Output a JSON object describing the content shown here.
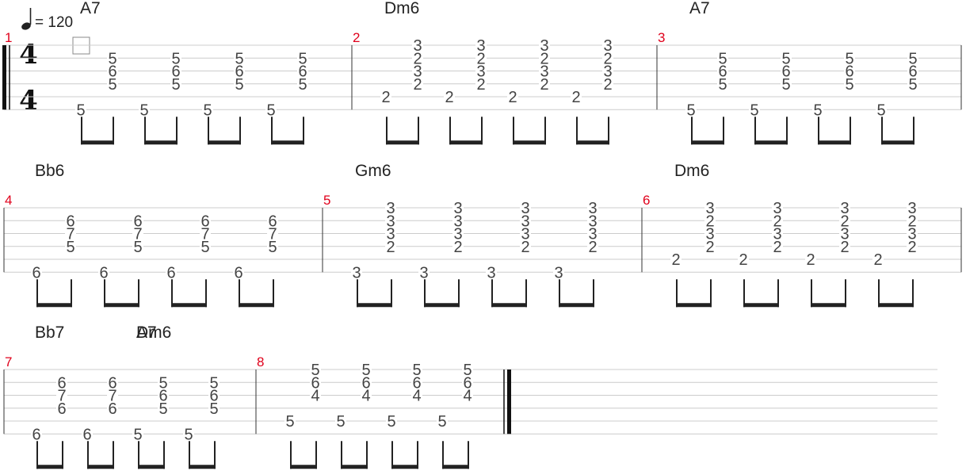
{
  "tempo": {
    "value": "= 120",
    "note_icon": "quarter-note-icon"
  },
  "time_signature": {
    "numerator": "4",
    "denominator": "4"
  },
  "colors": {
    "measure_number": "#e0001b",
    "ink": "#222222",
    "staff_line": "#cccccc"
  },
  "systems": [
    {
      "chords": [
        {
          "name": "A7",
          "measure": 1,
          "beat": 0
        },
        {
          "name": "Dm6",
          "measure": 2,
          "beat": 0.5
        },
        {
          "name": "A7",
          "measure": 3,
          "beat": 0.5
        }
      ],
      "measures": [
        {
          "number": "1",
          "beats": [
            {
              "bass": {
                "string": 6,
                "fret": "5"
              },
              "chord": [
                {
                  "string": 2,
                  "fret": "5"
                },
                {
                  "string": 3,
                  "fret": "6"
                },
                {
                  "string": 4,
                  "fret": "5"
                }
              ]
            },
            {
              "bass": {
                "string": 6,
                "fret": "5"
              },
              "chord": [
                {
                  "string": 2,
                  "fret": "5"
                },
                {
                  "string": 3,
                  "fret": "6"
                },
                {
                  "string": 4,
                  "fret": "5"
                }
              ]
            },
            {
              "bass": {
                "string": 6,
                "fret": "5"
              },
              "chord": [
                {
                  "string": 2,
                  "fret": "5"
                },
                {
                  "string": 3,
                  "fret": "6"
                },
                {
                  "string": 4,
                  "fret": "5"
                }
              ]
            },
            {
              "bass": {
                "string": 6,
                "fret": "5"
              },
              "chord": [
                {
                  "string": 2,
                  "fret": "5"
                },
                {
                  "string": 3,
                  "fret": "6"
                },
                {
                  "string": 4,
                  "fret": "5"
                }
              ]
            }
          ]
        },
        {
          "number": "2",
          "beats": [
            {
              "bass": {
                "string": 5,
                "fret": "2"
              },
              "chord": [
                {
                  "string": 1,
                  "fret": "3"
                },
                {
                  "string": 2,
                  "fret": "2"
                },
                {
                  "string": 3,
                  "fret": "3"
                },
                {
                  "string": 4,
                  "fret": "2"
                }
              ]
            },
            {
              "bass": {
                "string": 5,
                "fret": "2"
              },
              "chord": [
                {
                  "string": 1,
                  "fret": "3"
                },
                {
                  "string": 2,
                  "fret": "2"
                },
                {
                  "string": 3,
                  "fret": "3"
                },
                {
                  "string": 4,
                  "fret": "2"
                }
              ]
            },
            {
              "bass": {
                "string": 5,
                "fret": "2"
              },
              "chord": [
                {
                  "string": 1,
                  "fret": "3"
                },
                {
                  "string": 2,
                  "fret": "2"
                },
                {
                  "string": 3,
                  "fret": "3"
                },
                {
                  "string": 4,
                  "fret": "2"
                }
              ]
            },
            {
              "bass": {
                "string": 5,
                "fret": "2"
              },
              "chord": [
                {
                  "string": 1,
                  "fret": "3"
                },
                {
                  "string": 2,
                  "fret": "2"
                },
                {
                  "string": 3,
                  "fret": "3"
                },
                {
                  "string": 4,
                  "fret": "2"
                }
              ]
            }
          ]
        },
        {
          "number": "3",
          "beats": [
            {
              "bass": {
                "string": 6,
                "fret": "5"
              },
              "chord": [
                {
                  "string": 2,
                  "fret": "5"
                },
                {
                  "string": 3,
                  "fret": "6"
                },
                {
                  "string": 4,
                  "fret": "5"
                }
              ]
            },
            {
              "bass": {
                "string": 6,
                "fret": "5"
              },
              "chord": [
                {
                  "string": 2,
                  "fret": "5"
                },
                {
                  "string": 3,
                  "fret": "6"
                },
                {
                  "string": 4,
                  "fret": "5"
                }
              ]
            },
            {
              "bass": {
                "string": 6,
                "fret": "5"
              },
              "chord": [
                {
                  "string": 2,
                  "fret": "5"
                },
                {
                  "string": 3,
                  "fret": "6"
                },
                {
                  "string": 4,
                  "fret": "5"
                }
              ]
            },
            {
              "bass": {
                "string": 6,
                "fret": "5"
              },
              "chord": [
                {
                  "string": 2,
                  "fret": "5"
                },
                {
                  "string": 3,
                  "fret": "6"
                },
                {
                  "string": 4,
                  "fret": "5"
                }
              ]
            }
          ]
        }
      ]
    },
    {
      "chords": [
        {
          "name": "Bb6",
          "measure": 4,
          "beat": 0
        },
        {
          "name": "Gm6",
          "measure": 5,
          "beat": 0.5
        },
        {
          "name": "Dm6",
          "measure": 6,
          "beat": 0.5
        }
      ],
      "measures": [
        {
          "number": "4",
          "beats": [
            {
              "bass": {
                "string": 6,
                "fret": "6"
              },
              "chord": [
                {
                  "string": 2,
                  "fret": "6"
                },
                {
                  "string": 3,
                  "fret": "7"
                },
                {
                  "string": 4,
                  "fret": "5"
                }
              ]
            },
            {
              "bass": {
                "string": 6,
                "fret": "6"
              },
              "chord": [
                {
                  "string": 2,
                  "fret": "6"
                },
                {
                  "string": 3,
                  "fret": "7"
                },
                {
                  "string": 4,
                  "fret": "5"
                }
              ]
            },
            {
              "bass": {
                "string": 6,
                "fret": "6"
              },
              "chord": [
                {
                  "string": 2,
                  "fret": "6"
                },
                {
                  "string": 3,
                  "fret": "7"
                },
                {
                  "string": 4,
                  "fret": "5"
                }
              ]
            },
            {
              "bass": {
                "string": 6,
                "fret": "6"
              },
              "chord": [
                {
                  "string": 2,
                  "fret": "6"
                },
                {
                  "string": 3,
                  "fret": "7"
                },
                {
                  "string": 4,
                  "fret": "5"
                }
              ]
            }
          ]
        },
        {
          "number": "5",
          "beats": [
            {
              "bass": {
                "string": 6,
                "fret": "3"
              },
              "chord": [
                {
                  "string": 1,
                  "fret": "3"
                },
                {
                  "string": 2,
                  "fret": "3"
                },
                {
                  "string": 3,
                  "fret": "3"
                },
                {
                  "string": 4,
                  "fret": "2"
                }
              ]
            },
            {
              "bass": {
                "string": 6,
                "fret": "3"
              },
              "chord": [
                {
                  "string": 1,
                  "fret": "3"
                },
                {
                  "string": 2,
                  "fret": "3"
                },
                {
                  "string": 3,
                  "fret": "3"
                },
                {
                  "string": 4,
                  "fret": "2"
                }
              ]
            },
            {
              "bass": {
                "string": 6,
                "fret": "3"
              },
              "chord": [
                {
                  "string": 1,
                  "fret": "3"
                },
                {
                  "string": 2,
                  "fret": "3"
                },
                {
                  "string": 3,
                  "fret": "3"
                },
                {
                  "string": 4,
                  "fret": "2"
                }
              ]
            },
            {
              "bass": {
                "string": 6,
                "fret": "3"
              },
              "chord": [
                {
                  "string": 1,
                  "fret": "3"
                },
                {
                  "string": 2,
                  "fret": "3"
                },
                {
                  "string": 3,
                  "fret": "3"
                },
                {
                  "string": 4,
                  "fret": "2"
                }
              ]
            }
          ]
        },
        {
          "number": "6",
          "beats": [
            {
              "bass": {
                "string": 5,
                "fret": "2"
              },
              "chord": [
                {
                  "string": 1,
                  "fret": "3"
                },
                {
                  "string": 2,
                  "fret": "2"
                },
                {
                  "string": 3,
                  "fret": "3"
                },
                {
                  "string": 4,
                  "fret": "2"
                }
              ]
            },
            {
              "bass": {
                "string": 5,
                "fret": "2"
              },
              "chord": [
                {
                  "string": 1,
                  "fret": "3"
                },
                {
                  "string": 2,
                  "fret": "2"
                },
                {
                  "string": 3,
                  "fret": "3"
                },
                {
                  "string": 4,
                  "fret": "2"
                }
              ]
            },
            {
              "bass": {
                "string": 5,
                "fret": "2"
              },
              "chord": [
                {
                  "string": 1,
                  "fret": "3"
                },
                {
                  "string": 2,
                  "fret": "2"
                },
                {
                  "string": 3,
                  "fret": "3"
                },
                {
                  "string": 4,
                  "fret": "2"
                }
              ]
            },
            {
              "bass": {
                "string": 5,
                "fret": "2"
              },
              "chord": [
                {
                  "string": 1,
                  "fret": "3"
                },
                {
                  "string": 2,
                  "fret": "2"
                },
                {
                  "string": 3,
                  "fret": "3"
                },
                {
                  "string": 4,
                  "fret": "2"
                }
              ]
            }
          ]
        }
      ]
    },
    {
      "chords": [
        {
          "name": "Bb7",
          "measure": 7,
          "beat": 0
        },
        {
          "name": "A7",
          "measure": 7,
          "beat": 2
        },
        {
          "name": "Dm6",
          "measure": 8,
          "beat": 0.5
        }
      ],
      "measures": [
        {
          "number": "7",
          "beats": [
            {
              "bass": {
                "string": 6,
                "fret": "6"
              },
              "chord": [
                {
                  "string": 2,
                  "fret": "6"
                },
                {
                  "string": 3,
                  "fret": "7"
                },
                {
                  "string": 4,
                  "fret": "6"
                }
              ]
            },
            {
              "bass": {
                "string": 6,
                "fret": "6"
              },
              "chord": [
                {
                  "string": 2,
                  "fret": "6"
                },
                {
                  "string": 3,
                  "fret": "7"
                },
                {
                  "string": 4,
                  "fret": "6"
                }
              ]
            },
            {
              "bass": {
                "string": 6,
                "fret": "5"
              },
              "chord": [
                {
                  "string": 2,
                  "fret": "5"
                },
                {
                  "string": 3,
                  "fret": "6"
                },
                {
                  "string": 4,
                  "fret": "5"
                }
              ]
            },
            {
              "bass": {
                "string": 6,
                "fret": "5"
              },
              "chord": [
                {
                  "string": 2,
                  "fret": "5"
                },
                {
                  "string": 3,
                  "fret": "6"
                },
                {
                  "string": 4,
                  "fret": "5"
                }
              ]
            }
          ]
        },
        {
          "number": "8",
          "beats": [
            {
              "bass": {
                "string": 5,
                "fret": "5"
              },
              "chord": [
                {
                  "string": 1,
                  "fret": "5"
                },
                {
                  "string": 2,
                  "fret": "6"
                },
                {
                  "string": 3,
                  "fret": "4"
                }
              ]
            },
            {
              "bass": {
                "string": 5,
                "fret": "5"
              },
              "chord": [
                {
                  "string": 1,
                  "fret": "5"
                },
                {
                  "string": 2,
                  "fret": "6"
                },
                {
                  "string": 3,
                  "fret": "4"
                }
              ]
            },
            {
              "bass": {
                "string": 5,
                "fret": "5"
              },
              "chord": [
                {
                  "string": 1,
                  "fret": "5"
                },
                {
                  "string": 2,
                  "fret": "6"
                },
                {
                  "string": 3,
                  "fret": "4"
                }
              ]
            },
            {
              "bass": {
                "string": 5,
                "fret": "5"
              },
              "chord": [
                {
                  "string": 1,
                  "fret": "5"
                },
                {
                  "string": 2,
                  "fret": "6"
                },
                {
                  "string": 3,
                  "fret": "4"
                }
              ]
            }
          ]
        }
      ]
    }
  ]
}
